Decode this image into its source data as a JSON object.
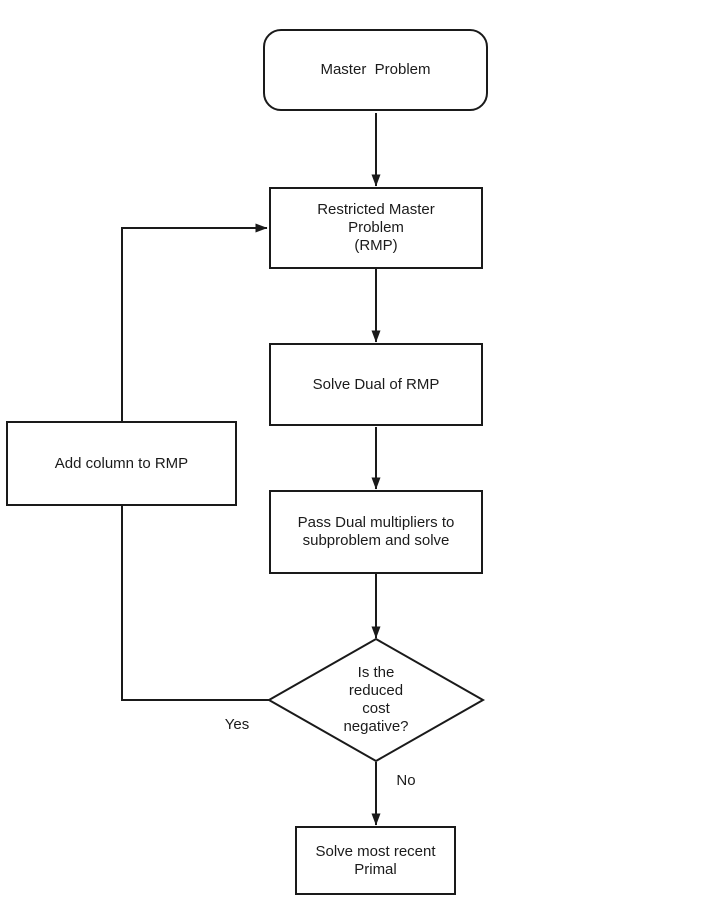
{
  "page": {
    "background_color": "#ffffff"
  },
  "diagram": {
    "type": "flowchart",
    "subject": "column-generation-algorithm",
    "stroke_color": "#1a1a1a",
    "text_color": "#1b1b1b",
    "node_fill_color": "#ffffff",
    "nodes": {
      "master_problem": {
        "label": "Master  Problem",
        "shape": "rounded-rectangle"
      },
      "restricted_master_problem": {
        "label": "Restricted Master\nProblem\n(RMP)",
        "shape": "rectangle"
      },
      "solve_dual": {
        "label": "Solve Dual of RMP",
        "shape": "rectangle"
      },
      "pass_dual_multipliers": {
        "label": "Pass Dual multipliers to\nsubproblem and solve",
        "shape": "rectangle"
      },
      "reduced_cost_decision": {
        "label": "Is the\nreduced\ncost\nnegative?",
        "shape": "diamond"
      },
      "add_column": {
        "label": "Add column to RMP",
        "shape": "rectangle"
      },
      "solve_primal": {
        "label": "Solve most recent\nPrimal",
        "shape": "rectangle"
      }
    },
    "edge_labels": {
      "yes": "Yes",
      "no": "No"
    },
    "edges": [
      {
        "from": "master_problem",
        "to": "restricted_master_problem",
        "label": ""
      },
      {
        "from": "restricted_master_problem",
        "to": "solve_dual",
        "label": ""
      },
      {
        "from": "solve_dual",
        "to": "pass_dual_multipliers",
        "label": ""
      },
      {
        "from": "pass_dual_multipliers",
        "to": "reduced_cost_decision",
        "label": ""
      },
      {
        "from": "reduced_cost_decision",
        "to": "solve_primal",
        "label": "No"
      },
      {
        "from": "reduced_cost_decision",
        "to": "add_column",
        "label": "Yes"
      },
      {
        "from": "add_column",
        "to": "restricted_master_problem",
        "label": ""
      }
    ]
  }
}
